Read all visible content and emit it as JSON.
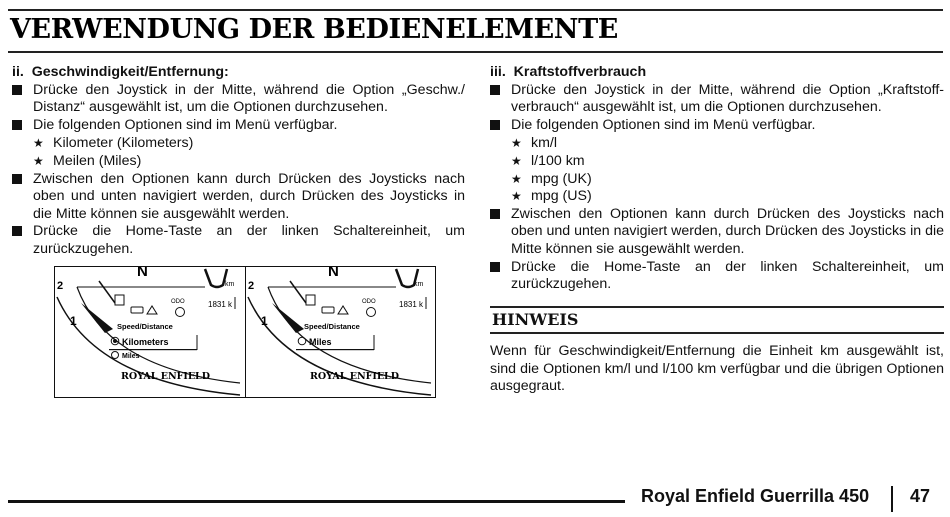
{
  "title": "VERWENDUNG DER BEDIENELEMENTE",
  "left": {
    "heading_num": "ii.",
    "heading_text": "Geschwindigkeit/Entfernung:",
    "items": [
      "Drücke den Joystick in der Mitte, während die Option „Geschw./ Distanz“ ausgewählt ist, um die Optionen durchzusehen.",
      "Die folgenden Optionen sind im Menü verfügbar.",
      "Zwischen den Optionen kann durch Drücken des Joysticks nach oben und unten navigiert werden, durch Drücken des Joysticks in die Mitte können sie ausgewählt werden.",
      "Drücke die Home-Taste an der linken Schaltereinheit, um zurückzugehen."
    ],
    "options": [
      "Kilometer (Kilometers)",
      "Meilen (Miles)"
    ]
  },
  "right": {
    "heading_num": "iii.",
    "heading_text": "Kraftstoffverbrauch",
    "items": [
      "Drücke den Joystick in der Mitte, während die Option „Kraftstoff- verbrauch“ ausgewählt ist, um die Optionen durchzusehen.",
      "Die folgenden Optionen sind im Menü verfügbar.",
      "Zwischen den Optionen kann durch Drücken des Joysticks nach oben und unten navigiert werden, durch Drücken des Joysticks in die Mitte können sie ausgewählt werden.",
      "Drücke die Home-Taste an der linken Schaltereinheit, um zurückzugehen."
    ],
    "options": [
      "km/l",
      "l/100 km",
      "mpg (UK)",
      "mpg (US)"
    ]
  },
  "panels": {
    "speed_label": "Speed/Distance",
    "odo": "ODO",
    "odo_value": "1831",
    "odo_value_cut": "1831 k",
    "km_unit": "km",
    "km_unit_cut": "km",
    "gear": "1",
    "option_km": "Kilometers",
    "option_miles": "Miles",
    "brand": "ROYAL ENFIELD"
  },
  "hinweis": {
    "title": "HINWEIS",
    "text": "Wenn für Geschwindigkeit/Entfernung die Einheit km ausgewählt ist, sind die Optionen km/l und l/100 km verfügbar und die übrigen Optionen ausgegraut."
  },
  "footer": {
    "brand": "Royal Enfield Guerrilla 450",
    "page": "47"
  }
}
